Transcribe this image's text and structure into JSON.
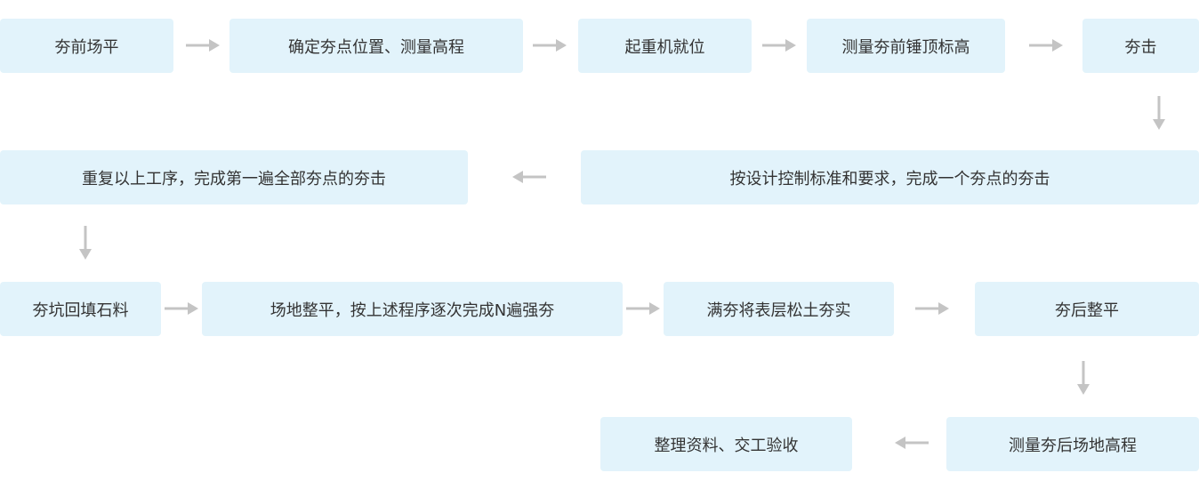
{
  "steps": [
    {
      "label": "夯前场平"
    },
    {
      "label": "确定夯点位置、测量高程"
    },
    {
      "label": "起重机就位"
    },
    {
      "label": "测量夯前锤顶标高"
    },
    {
      "label": "夯击"
    },
    {
      "label": "按设计控制标准和要求，完成一个夯点的夯击"
    },
    {
      "label": "重复以上工序，完成第一遍全部夯点的夯击"
    },
    {
      "label": "夯坑回填石料"
    },
    {
      "label": "场地整平，按上述程序逐次完成N遍强夯"
    },
    {
      "label": "满夯将表层松土夯实"
    },
    {
      "label": "夯后整平"
    },
    {
      "label": "测量夯后场地高程"
    },
    {
      "label": "整理资料、交工验收"
    }
  ],
  "colors": {
    "box_fill": "#e2f3fb",
    "text": "#333333",
    "arrow": "#c4c4c4"
  }
}
